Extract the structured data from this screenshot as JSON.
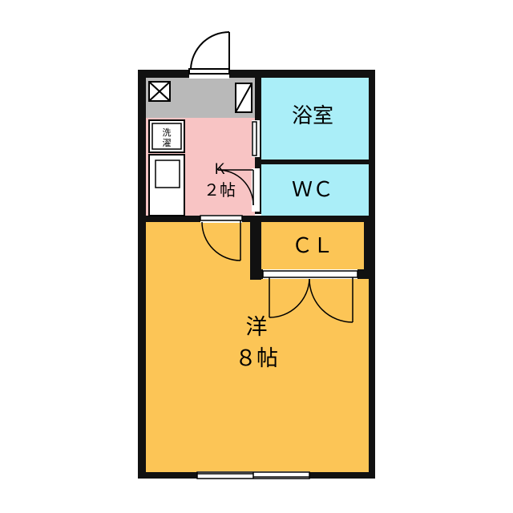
{
  "rooms": {
    "bath": {
      "label": "浴室",
      "color": "#aaeef8"
    },
    "wc": {
      "label": "ＷＣ",
      "color": "#aaeef8"
    },
    "closet": {
      "label": "ＣＬ",
      "color": "#d6d4c8"
    },
    "kitchen": {
      "label_line1": "Ｋ",
      "label_line2": "２帖",
      "color": "#f8c4c4"
    },
    "western": {
      "label_line1": "洋",
      "label_line2": "８帖",
      "color": "#fcc556"
    },
    "entrance": {
      "color": "#b9b9b9"
    }
  },
  "fixtures": {
    "washer": {
      "label_line1": "洗",
      "label_line2": "濯"
    }
  },
  "colors": {
    "wall": "#111111",
    "fixture_fill": "#ffffff"
  }
}
